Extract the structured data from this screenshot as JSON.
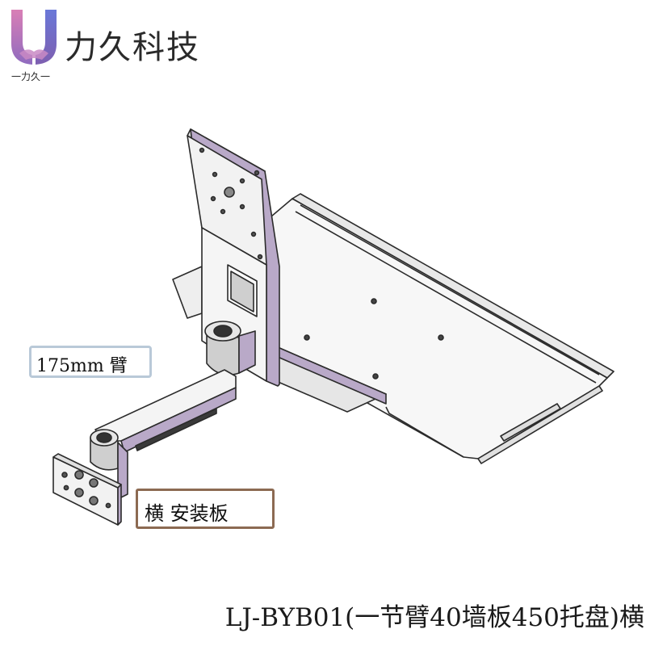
{
  "brand": {
    "name": "力久科技",
    "sub": "一力久一",
    "colors": {
      "mark_pink": "#e8a6c8",
      "mark_purple": "#7b5ea8",
      "mark_blue": "#5b7fd1"
    }
  },
  "labels": {
    "arm": "175mm 臂",
    "plate": "横 安装板"
  },
  "caption": "LJ-BYB01(一节臂40墙板450托盘)横",
  "drawing": {
    "icon": "monitor-arm-tray-drawing",
    "colors": {
      "metal": "#f4f4f4",
      "edge": "#2b2b2b",
      "shade": "#b9a9c8",
      "dark": "#555555"
    }
  }
}
